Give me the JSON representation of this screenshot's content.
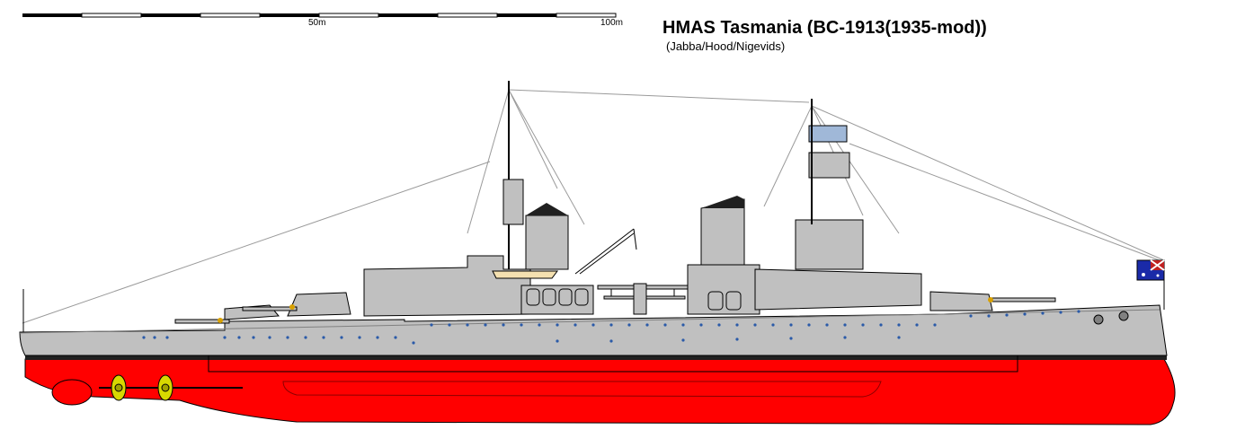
{
  "title": "HMAS Tasmania (BC-1913(1935-mod))",
  "credit": "(Jabba/Hood/Nigevids)",
  "scale_bar": {
    "label_mid": "50m",
    "label_end": "100m"
  },
  "colors": {
    "hull_gray": "#c0c0c0",
    "hull_red": "#ff0000",
    "boot_black": "#202020",
    "porthole_blue": "#2a5aa8",
    "propeller_yellow": "#d8d800",
    "outline": "#000000"
  },
  "icons": [
    "australian-ensign-icon",
    "propeller-icon",
    "seaplane-icon"
  ]
}
